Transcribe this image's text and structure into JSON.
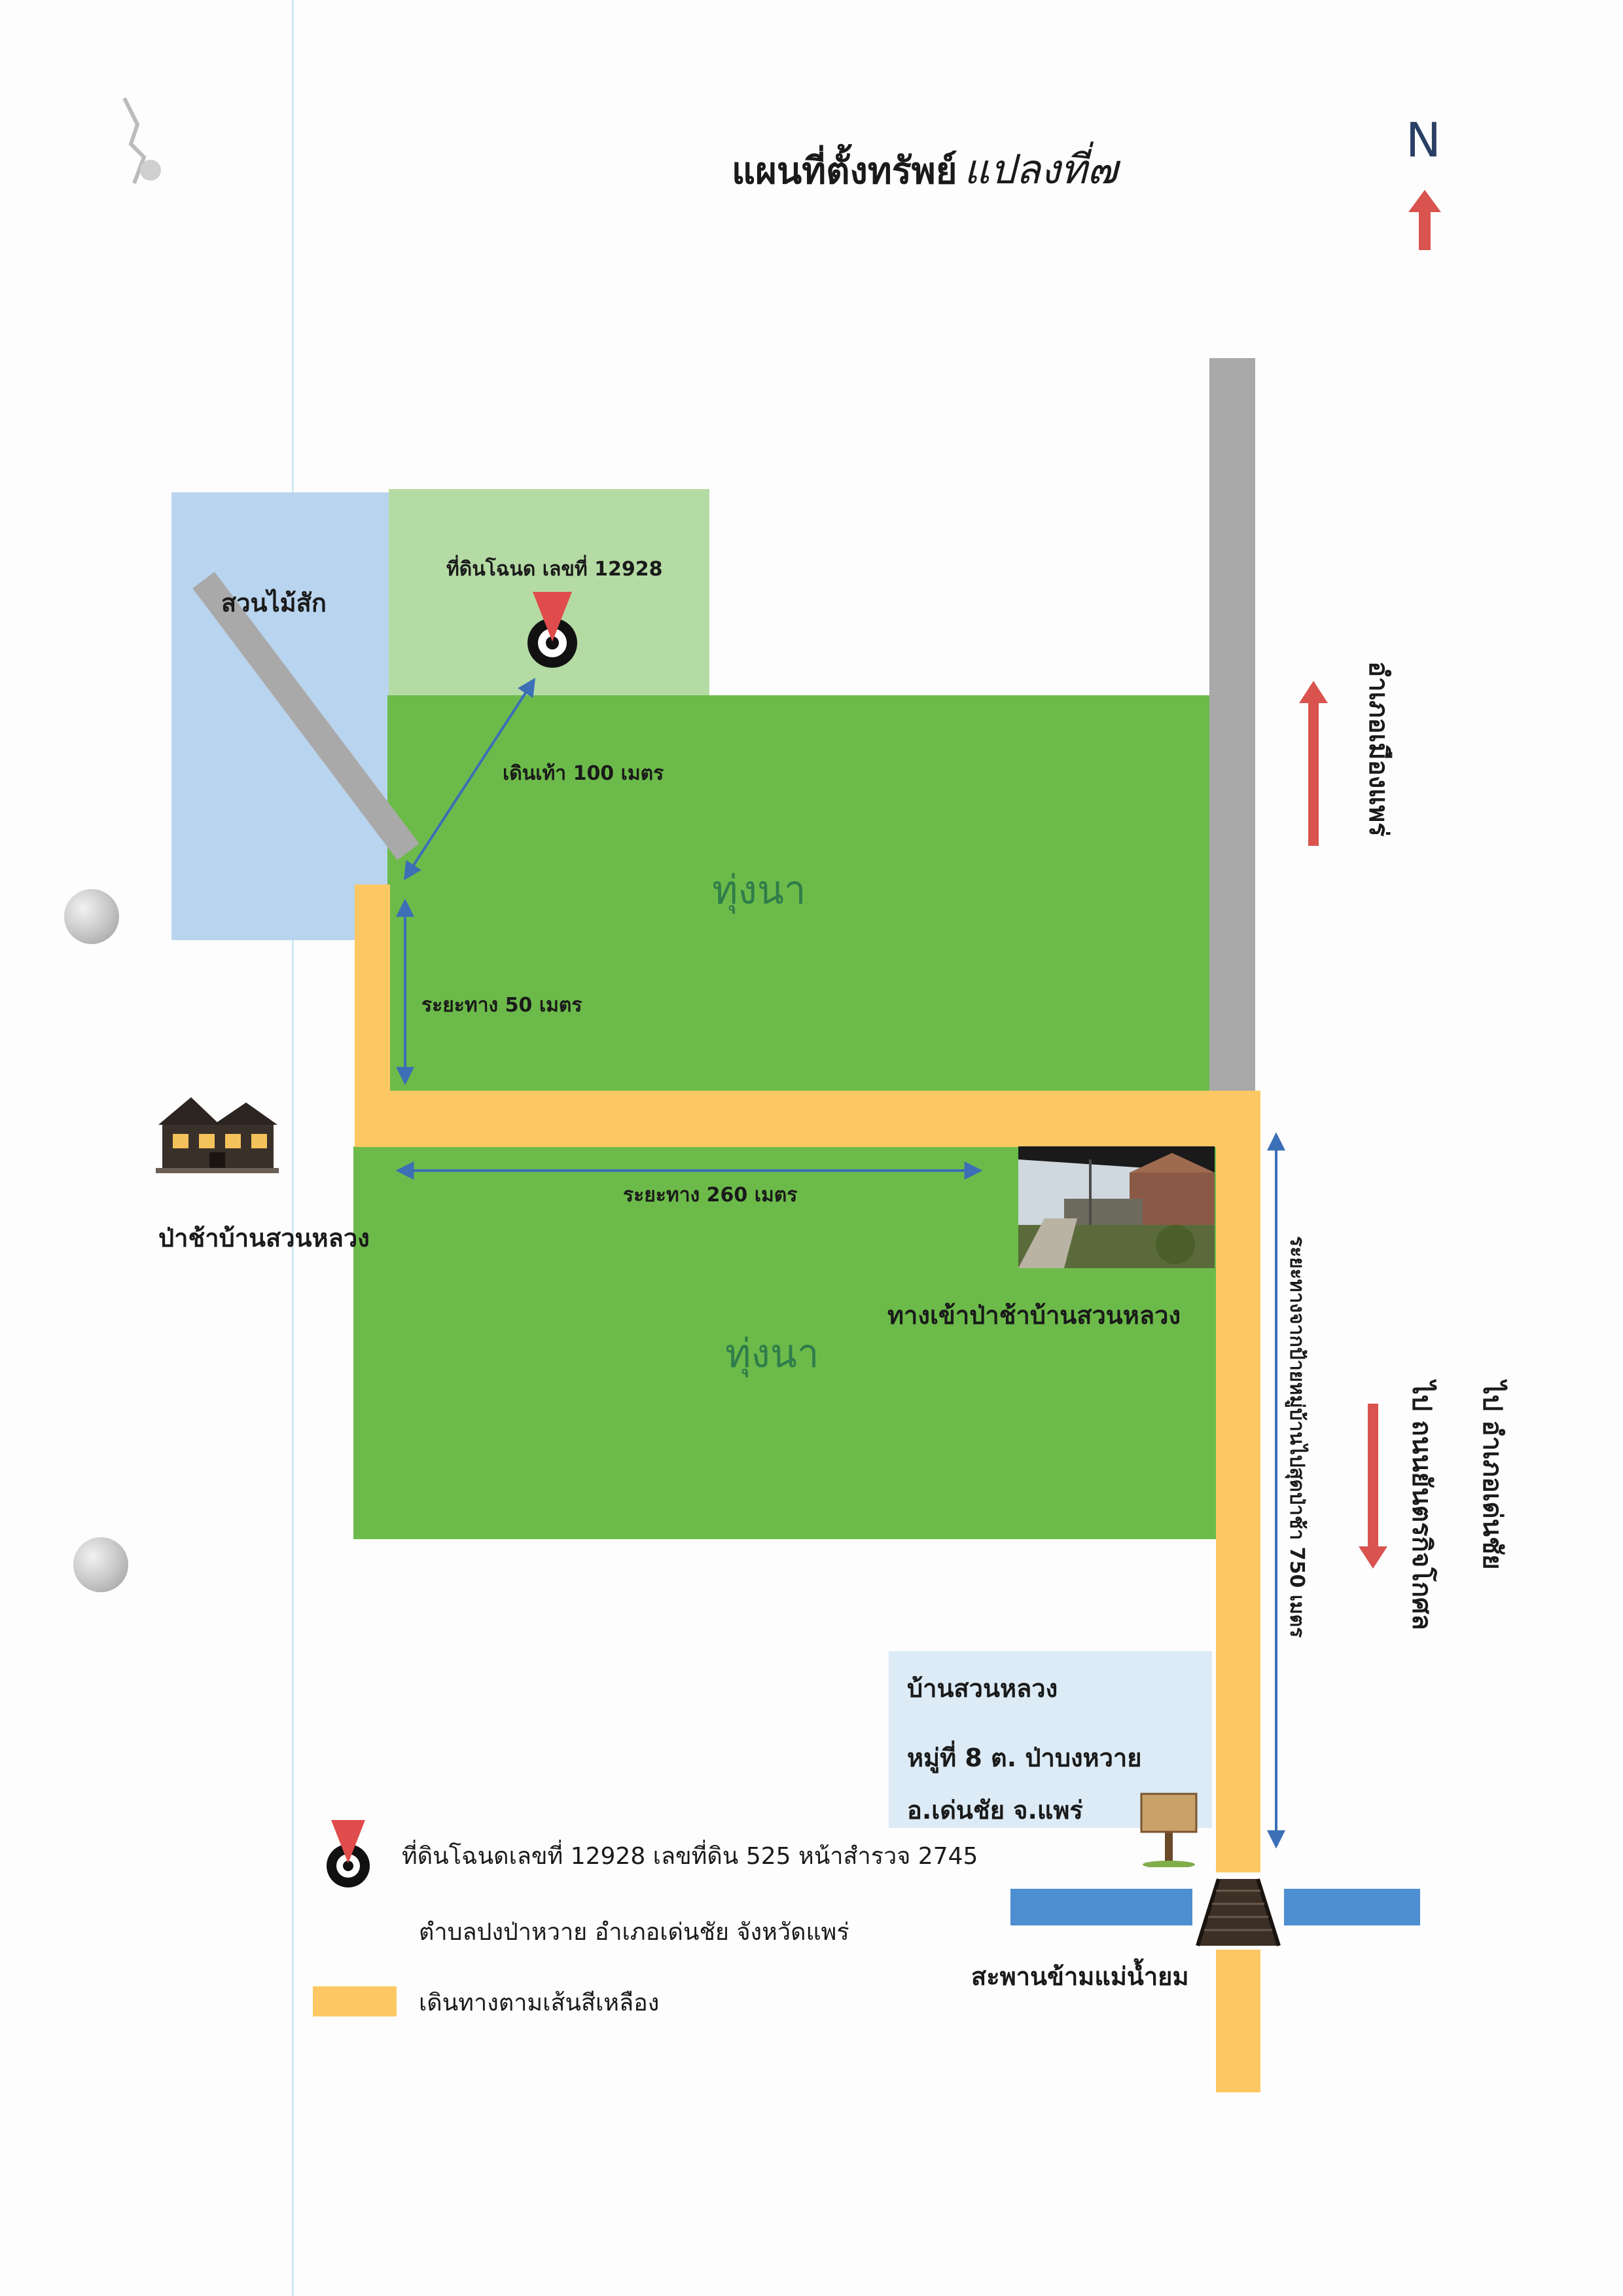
{
  "title": {
    "printed": "แผนที่ตั้งทรัพย์",
    "handwritten": "แปลงที่๗"
  },
  "compass": {
    "letter": "N",
    "arrow_color": "#d9534f"
  },
  "areas": {
    "teak_garden": "สวนไม้สัก",
    "target_plot": "ที่ดินโฉนด เลขที่ 12928",
    "rice_field_north": "ทุ่งนา",
    "rice_field_south": "ทุ่งนา"
  },
  "measurements": {
    "walk_100": "เดินเท้า 100 เมตร",
    "distance_50": "ระยะทาง 50 เมตร",
    "distance_260": "ระยะทาง 260 เมตร",
    "distance_750": "ระยะทางจากป้ายหมู่บ้านไปสุดป่าช้า 750 เมตร"
  },
  "places": {
    "cemetery": "ป่าช้าบ้านสวนหลวง",
    "cemetery_entrance": "ทางเข้าป่าช้าบ้านสวนหลวง",
    "bridge": "สะพานข้ามแม่น้ำยม"
  },
  "village_sign": {
    "line1": "บ้านสวนหลวง",
    "line2": "หมู่ที่ 8 ต. ป่าบงหวาย",
    "line3": "อ.เด่นชัย จ.แพร่"
  },
  "directions": {
    "to_north": "อำเภอเมืองแพร่",
    "to_south_1": "ไป อำเภอเด่นชัย",
    "to_south_2": "ไป ถนนยันตรกิจโกศล"
  },
  "legend": {
    "parcel_line1": "ที่ดินโฉนดเลขที่ 12928 เลขที่ดิน 525 หน้าสำรวจ 2745",
    "parcel_line2": "ตำบลปงป่าหวาย อำเภอเด่นชัย จังหวัดแพร่",
    "path": "เดินทางตามเส้นสีเหลือง"
  },
  "colors": {
    "teak": "#b9d4ee",
    "plot": "#b5dba4",
    "field": "#6cbb4a",
    "road_grey": "#a9a9a9",
    "path_yellow": "#fdc864",
    "river": "#4d8fd1",
    "arrow_red": "#d9534f",
    "measure_blue": "#3b6fb6",
    "field_text": "#2f7d4a"
  }
}
